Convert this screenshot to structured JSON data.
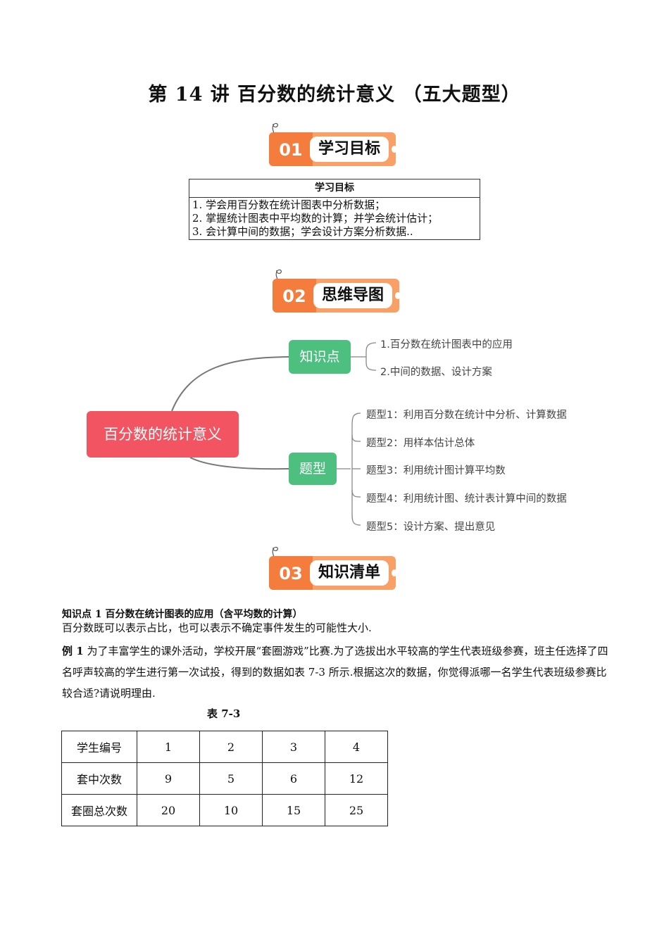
{
  "title": "第 14 讲  百分数的统计意义  （五大题型）",
  "sections": [
    {
      "num": "01",
      "label": "学习目标"
    },
    {
      "num": "02",
      "label": "思维导图"
    },
    {
      "num": "03",
      "label": "知识清单"
    }
  ],
  "goals": {
    "header": "学习目标",
    "items": [
      "1.  学会用百分数在统计图表中分析数据；",
      "2.  掌握统计图表中平均数的计算；并学会统计估计；",
      "3. 会计算中间的数据；学会设计方案分析数据.."
    ]
  },
  "mindmap": {
    "root": "百分数的统计意义",
    "branches": [
      {
        "label": "知识点",
        "children": [
          "1.百分数在统计图表中的应用",
          "2.中间的数据、设计方案"
        ]
      },
      {
        "label": "题型",
        "children": [
          "题型1：利用百分数在统计中分析、计算数据",
          "题型2：用样本估计总体",
          "题型3：利用统计图计算平均数",
          "题型4：利用统计图、统计表计算中间的数据",
          "题型5：设计方案、提出意见"
        ]
      }
    ],
    "colors": {
      "root": "#f25461",
      "branch": "#4dbf7f",
      "line": "#777777"
    }
  },
  "knowledge": {
    "title": "知识点 1  百分数在统计图表的应用（含平均数的计算）",
    "body": "百分数既可以表示占比，也可以表示不确定事件发生的可能性大小.",
    "example_label": "例 1",
    "example_text": " 为了丰富学生的课外活动，学校开展“套圈游戏”比赛.为了选拔出水平较高的学生代表班级参赛，班主任选择了四名呼声较高的学生进行第一次试投，得到的数据如表 7-3 所示.根据这次的数据，你觉得派哪一名学生代表班级参赛比较合适?请说明理由."
  },
  "table": {
    "caption": "表 7-3",
    "rows": [
      {
        "header": "学生编号",
        "values": [
          "1",
          "2",
          "3",
          "4"
        ]
      },
      {
        "header": "套中次数",
        "values": [
          "9",
          "5",
          "6",
          "12"
        ]
      },
      {
        "header": "套圈总次数",
        "values": [
          "20",
          "10",
          "15",
          "25"
        ]
      }
    ]
  },
  "colors": {
    "badge_dark": "#f47c3c",
    "badge_light": "#f9a066"
  }
}
